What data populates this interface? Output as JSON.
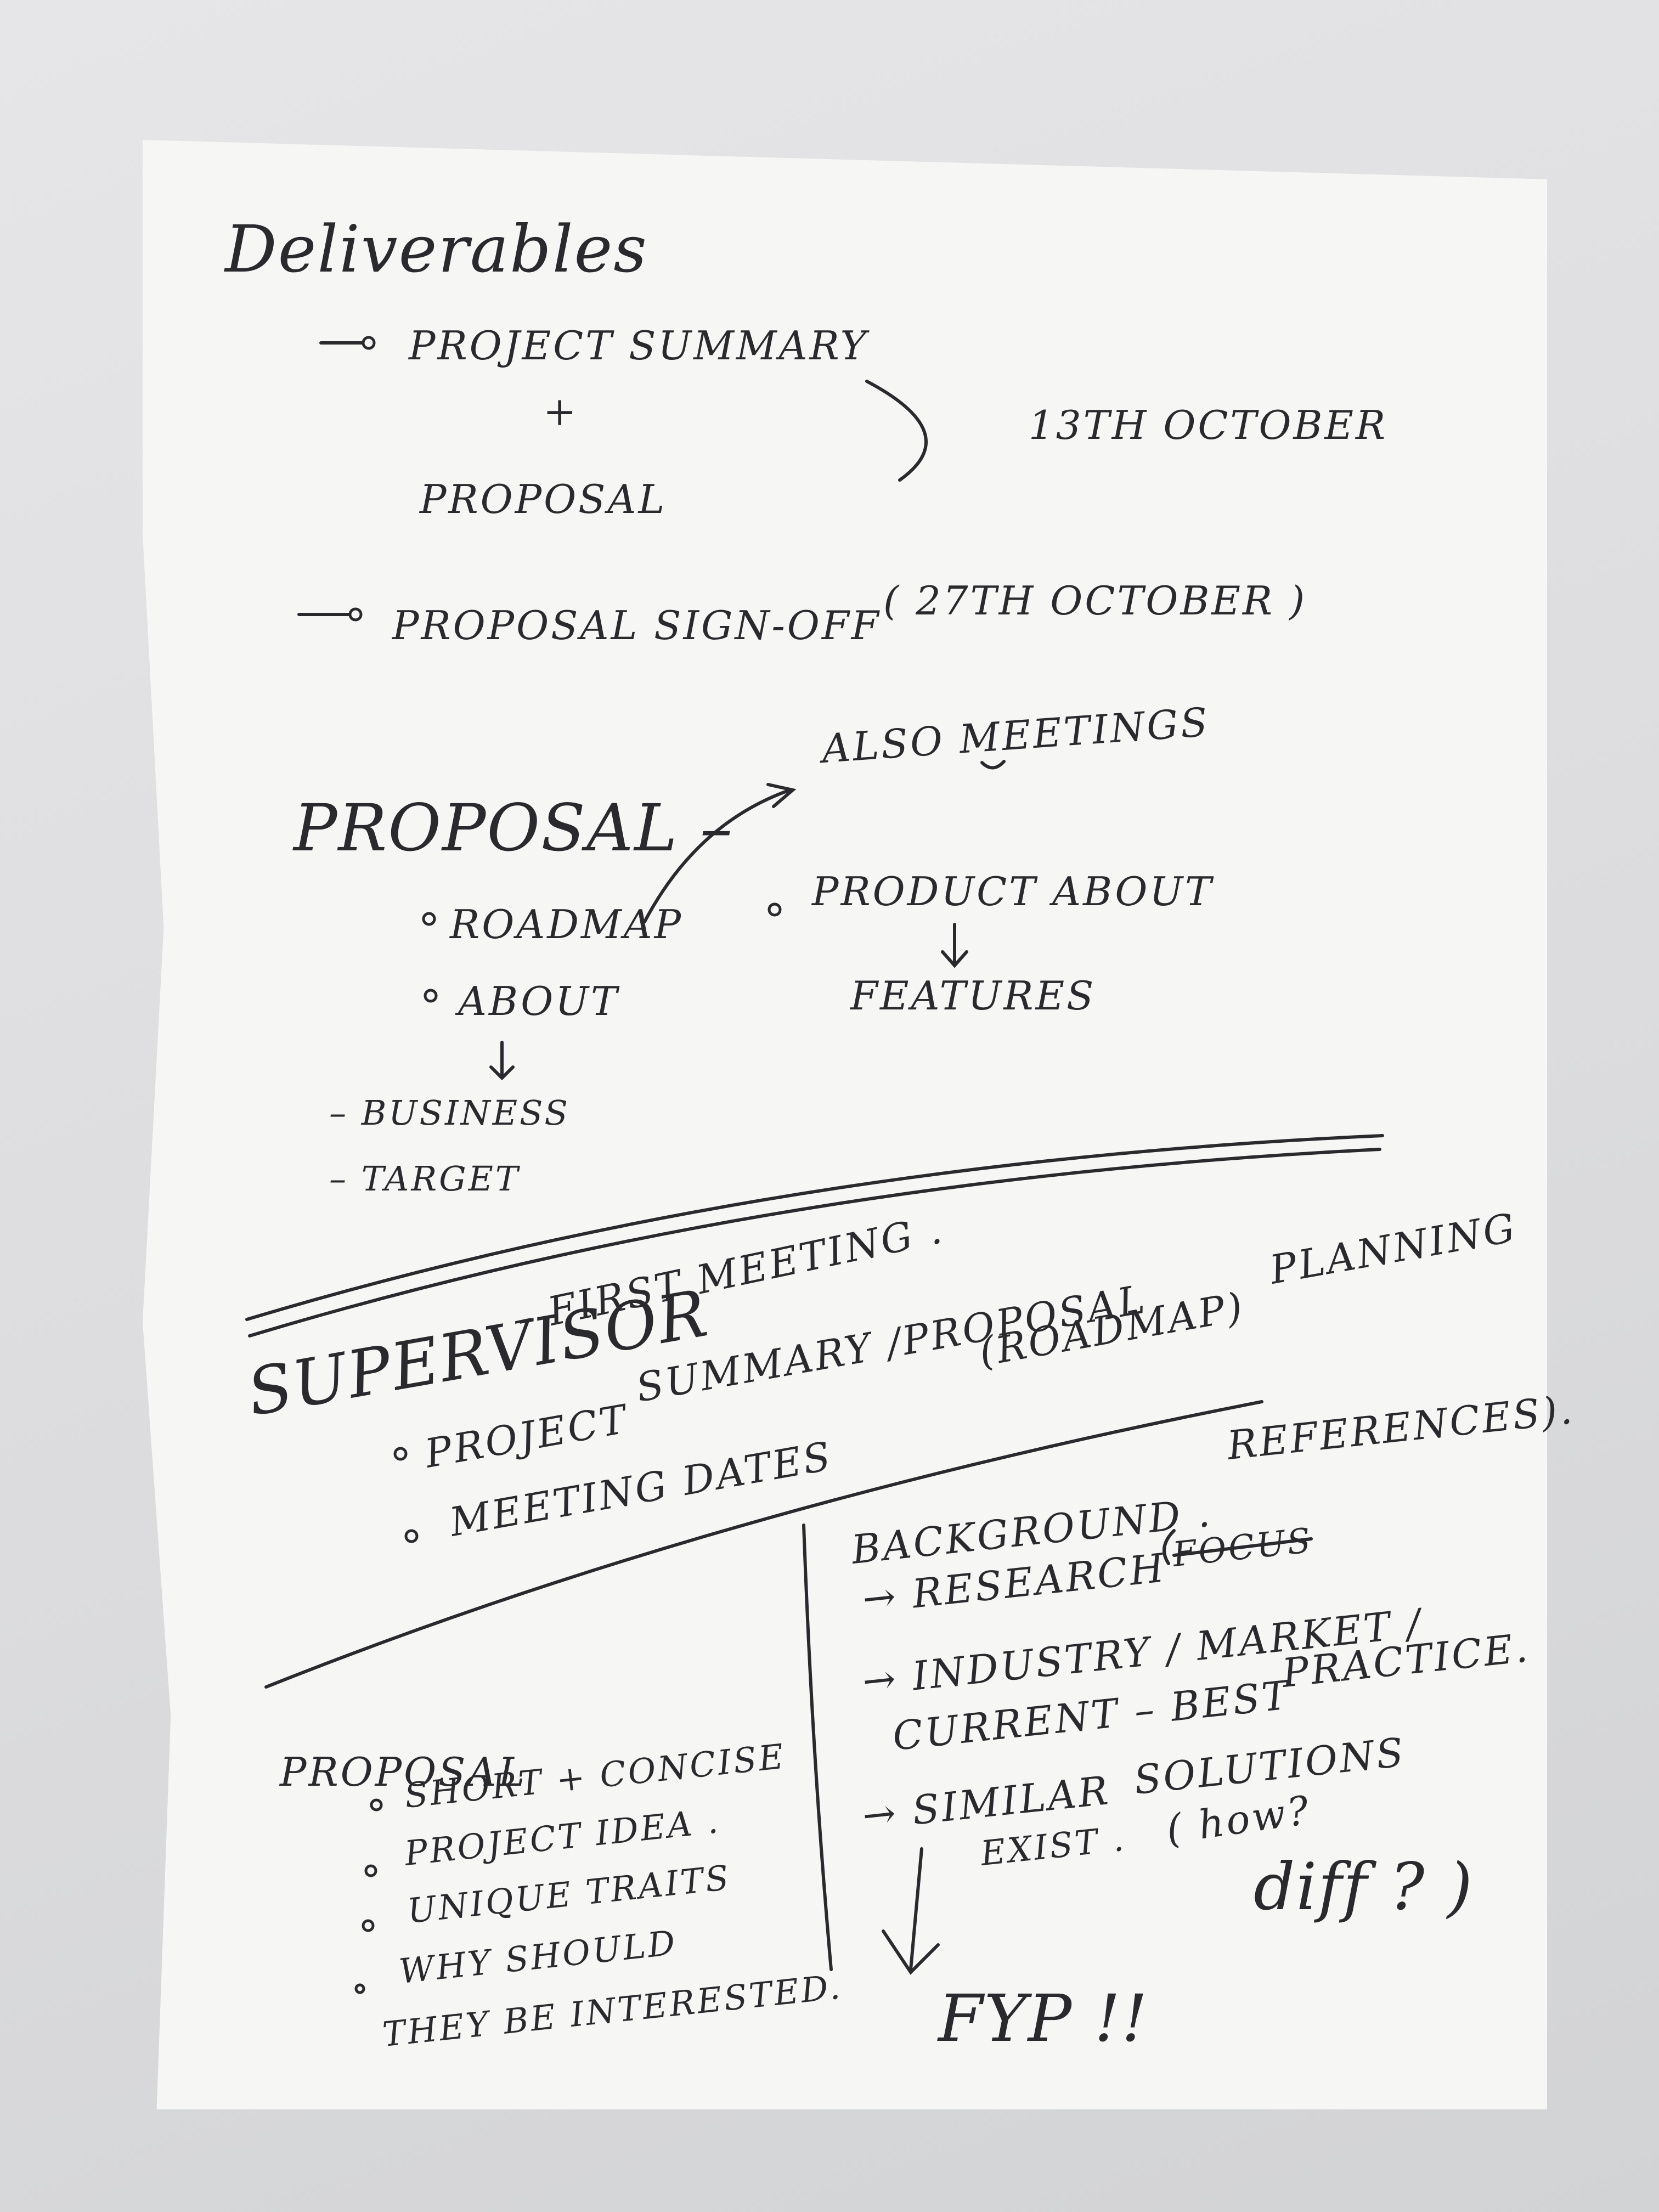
{
  "deliverables": {
    "heading": "Deliverables",
    "item1_line1": "PROJECT SUMMARY",
    "item1_plus": "+",
    "item1_line2": "PROPOSAL",
    "item1_date": "13TH OCTOBER",
    "item2": "PROPOSAL SIGN-OFF",
    "item2_date": "( 27TH OCTOBER )"
  },
  "proposal_top": {
    "heading": "PROPOSAL –",
    "also": "ALSO MEETINGS",
    "bullets": [
      "ROADMAP",
      "ABOUT"
    ],
    "product_about": "PRODUCT ABOUT",
    "features": "FEATURES",
    "sub_items": [
      "– BUSINESS",
      "– TARGET"
    ]
  },
  "supervisor": {
    "label": "SUPERVISOR",
    "first_meeting": "– FIRST MEETING .",
    "bullet1": "PROJECT",
    "summary": "SUMMARY /PROPOSAL",
    "roadmap": "(ROADMAP)",
    "planning": "PLANNING",
    "bullet2": "MEETING DATES"
  },
  "proposal_bottom": {
    "heading": "PROPOSAL",
    "items": [
      "SHORT + CONCISE",
      "PROJECT IDEA .",
      "UNIQUE TRAITS",
      "WHY SHOULD"
    ],
    "items_cont": "THEY BE INTERESTED."
  },
  "background": {
    "heading": "BACKGROUND .",
    "research": "→ RESEARCH",
    "references": "REFERENCES).",
    "struck": "FOCUS",
    "industry": "→ INDUSTRY / MARKET /",
    "current": "CURRENT – BEST",
    "practice": "PRACTICE.",
    "similar": "→ SIMILAR",
    "solutions": "SOLUTIONS",
    "exist": "EXIST .",
    "how": "( how?",
    "diff": "diff ? )",
    "fyp": "FYP !!"
  }
}
